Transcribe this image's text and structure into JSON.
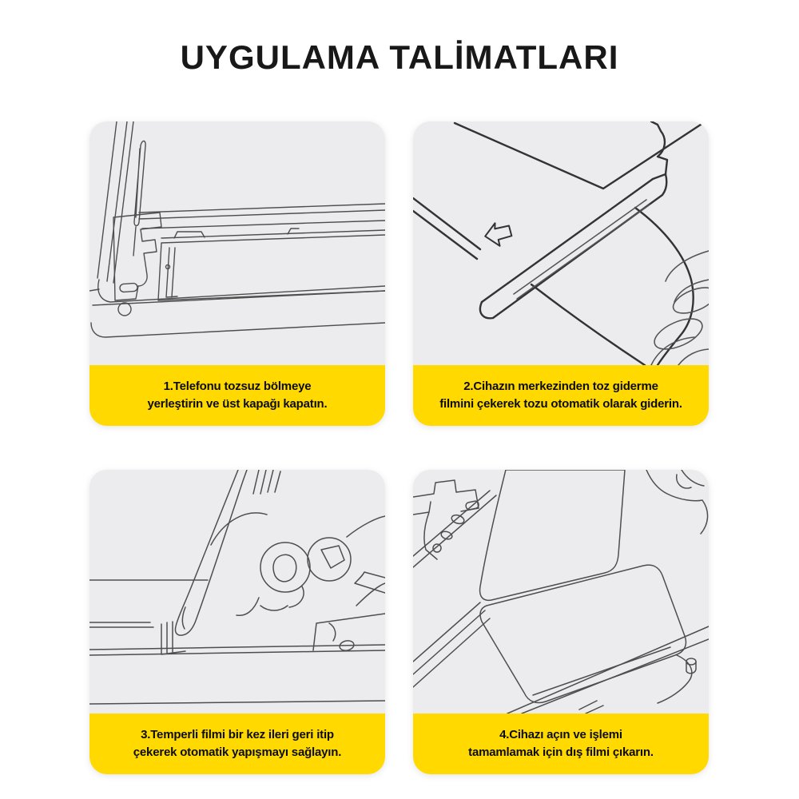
{
  "title": "UYGULAMA TALİMATLARI",
  "colors": {
    "background": "#ffffff",
    "panel_gray": "#ECECEE",
    "caption_yellow": "#FFD900",
    "text_dark": "#181818",
    "line_art": "#4a4a4a"
  },
  "steps": [
    {
      "illustration": "open-device-tray-line-drawing",
      "lines": [
        "1.Telefonu tozsuz bölmeye",
        "yerleştirin ve üst kapağı kapatın."
      ]
    },
    {
      "illustration": "pulling-dust-removal-film-line-drawing",
      "lines": [
        "2.Cihazın merkezinden toz giderme",
        "filmini çekerek tozu otomatik olarak giderin."
      ]
    },
    {
      "illustration": "hand-pushing-tempered-film-tab-line-drawing",
      "lines": [
        "3.Temperli filmi bir kez ileri geri itip",
        "çekerek otomatik yapışmayı sağlayın."
      ]
    },
    {
      "illustration": "open-device-peel-outer-film-line-drawing",
      "lines": [
        "4.Cihazı açın ve işlemi",
        "tamamlamak için dış filmi çıkarın."
      ]
    }
  ]
}
